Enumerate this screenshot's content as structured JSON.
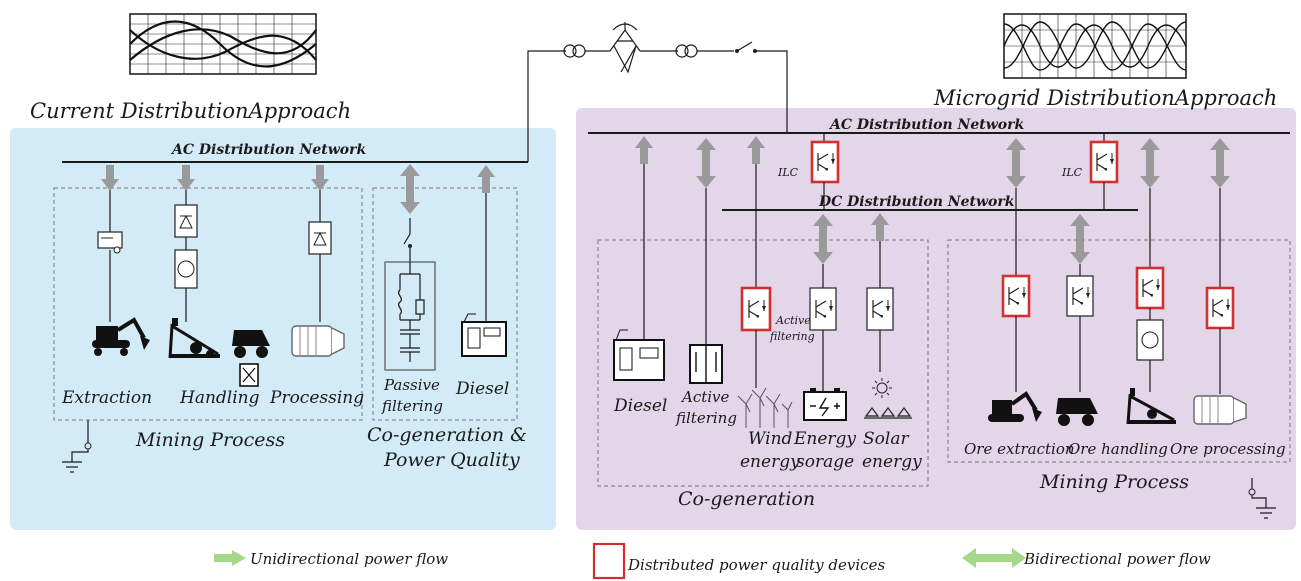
{
  "titles": {
    "left": "Current DistributionApproach",
    "right": "Microgrid DistributionApproach"
  },
  "buses": {
    "left_ac": "AC Distribution Network",
    "right_ac": "AC Distribution Network",
    "right_dc": "DC Distribution Network"
  },
  "left_panel": {
    "loads": [
      "Extraction",
      "Handling",
      "Processing"
    ],
    "cogen_labels": [
      "Passive",
      "filtering",
      "Diesel"
    ],
    "mining_group": "Mining Process",
    "cogen_group": [
      "Co-generation &",
      "Power Quality"
    ]
  },
  "right_panel": {
    "ilc": [
      "ILC",
      "ILC"
    ],
    "active_filtering_note": [
      "Active",
      "filtering"
    ],
    "cogen_sources": [
      [
        "Diesel",
        ""
      ],
      [
        "Active",
        "filtering"
      ],
      [
        "Wind",
        "energy"
      ],
      [
        "Energy",
        "sorage"
      ],
      [
        "Solar",
        "energy"
      ]
    ],
    "loads": [
      "Ore extraction",
      "Ore handling",
      "Ore processing"
    ],
    "cogen_group": "Co-generation",
    "mining_group": "Mining Process"
  },
  "legend": {
    "unidirectional": "Unidirectional power flow",
    "pq_devices": "Distributed power quality devices",
    "bidirectional": "Bidirectional power flow"
  },
  "colors": {
    "left_panel_bg": "#d3ebf7",
    "right_panel_bg": "#e3d6e8",
    "arrow_gray": "#9a9a9a",
    "legend_green": "#a5d98a",
    "pq_red": "#d32f2f"
  }
}
